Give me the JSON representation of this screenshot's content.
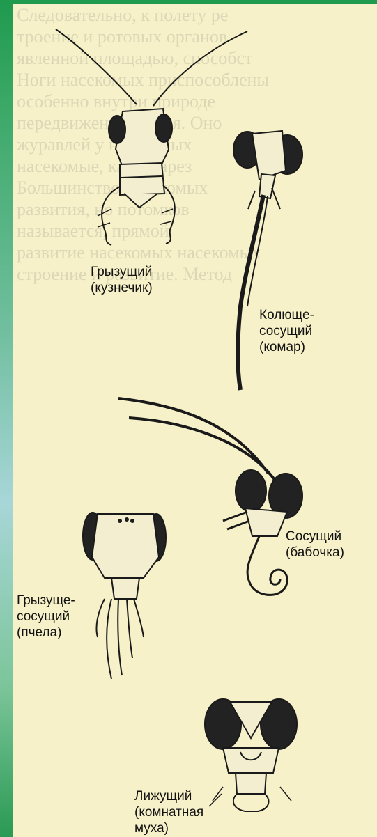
{
  "background_text": [
    "Следовательно, к полету ре",
    "троение и ротовых органов",
    "явленной площадью, способст",
    "Ноги насекомых приспособлены",
    "особенно внутри природе",
    "передвижения стулья. Оно",
    "журавлей у насекомых",
    "насекомые, как и зарез",
    "Большинство насекомых",
    "развития, но потомков",
    "называется, прямой",
    "развитие насекомых насекомых",
    "строение и развитие. Метод"
  ],
  "labels": {
    "grasshopper": [
      "Грызущий",
      "(кузнечик)"
    ],
    "mosquito": [
      "Колюще-",
      "сосущий",
      "(комар)"
    ],
    "butterfly": [
      "Сосущий",
      "(бабочка)"
    ],
    "bee": [
      "Грызуще-",
      "сосущий",
      "(пчела)"
    ],
    "fly": [
      "Лижущий",
      "(комнатная",
      "муха)"
    ]
  }
}
